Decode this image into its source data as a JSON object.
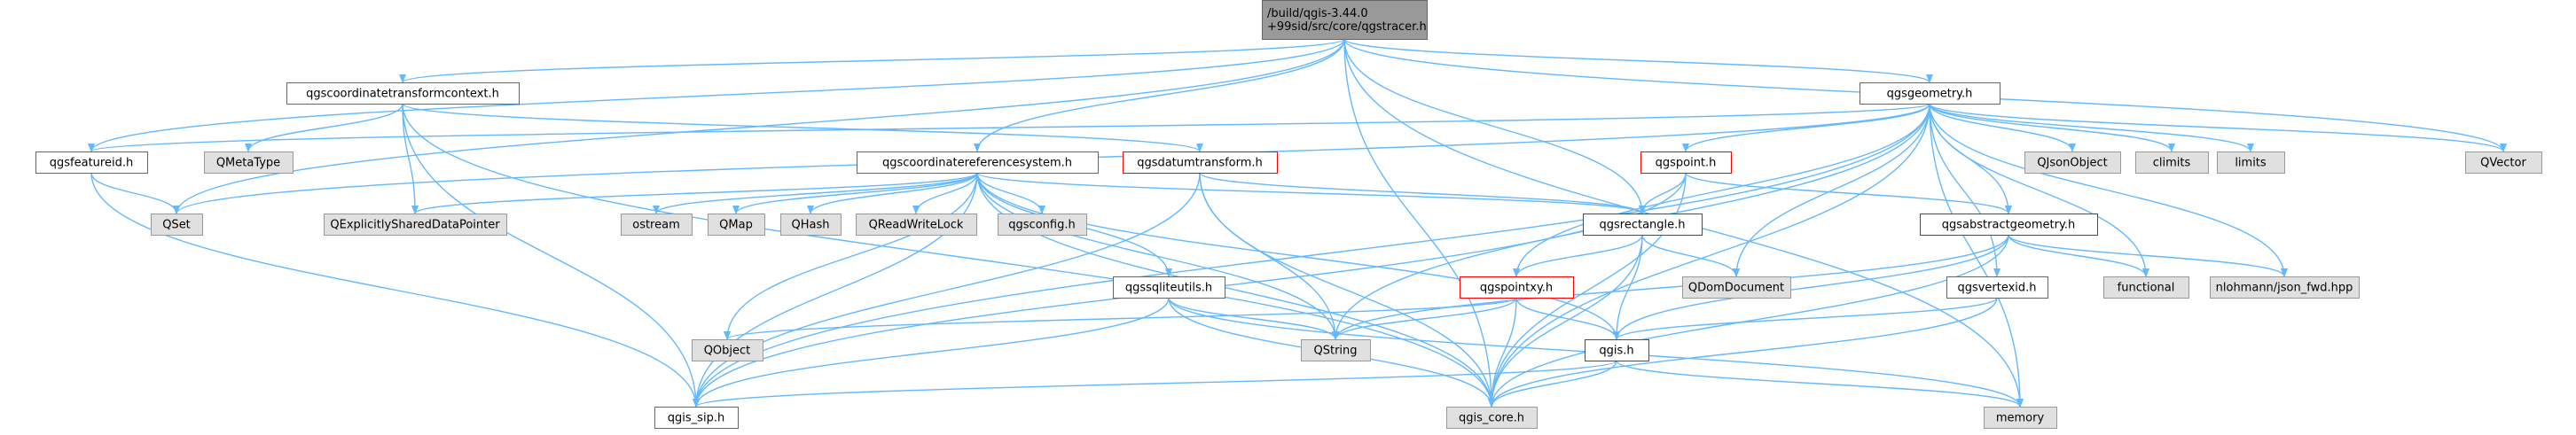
{
  "colors": {
    "edge": "#63b8ff",
    "root_fill": "#999999",
    "doc_fill": "#ffffff",
    "doc_border": "#666666",
    "truncated_border": "#ff0000",
    "external_fill": "#e0e0e0",
    "external_border": "#999999"
  },
  "nodes": [
    {
      "id": "root",
      "kind": "root",
      "lines": [
        "/build/qgis-3.44.0",
        "+99sid/src/core/qgstracer.h"
      ]
    },
    {
      "id": "ctx",
      "kind": "doc",
      "lines": [
        "qgscoordinatetransformcontext.h"
      ]
    },
    {
      "id": "geom",
      "kind": "doc",
      "lines": [
        "qgsgeometry.h"
      ]
    },
    {
      "id": "featureid",
      "kind": "doc",
      "lines": [
        "qgsfeatureid.h"
      ]
    },
    {
      "id": "qmetatype",
      "kind": "external",
      "lines": [
        "QMetaType"
      ]
    },
    {
      "id": "crs",
      "kind": "doc",
      "lines": [
        "qgscoordinatereferencesystem.h"
      ]
    },
    {
      "id": "datum",
      "kind": "truncated",
      "lines": [
        "qgsdatumtransform.h"
      ]
    },
    {
      "id": "point",
      "kind": "truncated",
      "lines": [
        "qgspoint.h"
      ]
    },
    {
      "id": "qjson",
      "kind": "external",
      "lines": [
        "QJsonObject"
      ]
    },
    {
      "id": "climits",
      "kind": "external",
      "lines": [
        "climits"
      ]
    },
    {
      "id": "limits",
      "kind": "external",
      "lines": [
        "limits"
      ]
    },
    {
      "id": "qvector",
      "kind": "external",
      "lines": [
        "QVector"
      ]
    },
    {
      "id": "qset",
      "kind": "external",
      "lines": [
        "QSet"
      ]
    },
    {
      "id": "qexpl",
      "kind": "external",
      "lines": [
        "QExplicitlySharedDataPointer"
      ]
    },
    {
      "id": "ostream",
      "kind": "external",
      "lines": [
        "ostream"
      ]
    },
    {
      "id": "qmap",
      "kind": "external",
      "lines": [
        "QMap"
      ]
    },
    {
      "id": "qhash",
      "kind": "external",
      "lines": [
        "QHash"
      ]
    },
    {
      "id": "qrwlock",
      "kind": "external",
      "lines": [
        "QReadWriteLock"
      ]
    },
    {
      "id": "qgsconfig",
      "kind": "external",
      "lines": [
        "qgsconfig.h"
      ]
    },
    {
      "id": "rect",
      "kind": "truncated",
      "lines": [
        "qgsrectangle.h"
      ]
    },
    {
      "id": "abstract",
      "kind": "truncated",
      "lines": [
        "qgsabstractgeometry.h"
      ]
    },
    {
      "id": "sqlite",
      "kind": "doc",
      "lines": [
        "qgssqliteutils.h"
      ]
    },
    {
      "id": "pointxy",
      "kind": "truncated",
      "lines": [
        "qgspointxy.h"
      ]
    },
    {
      "id": "qdom",
      "kind": "external",
      "lines": [
        "QDomDocument"
      ]
    },
    {
      "id": "vertexid",
      "kind": "doc",
      "lines": [
        "qgsvertexid.h"
      ]
    },
    {
      "id": "functional",
      "kind": "external",
      "lines": [
        "functional"
      ]
    },
    {
      "id": "json",
      "kind": "external",
      "lines": [
        "nlohmann/json_fwd.hpp"
      ]
    },
    {
      "id": "qobject",
      "kind": "external",
      "lines": [
        "QObject"
      ]
    },
    {
      "id": "qstring",
      "kind": "external",
      "lines": [
        "QString"
      ]
    },
    {
      "id": "qgis",
      "kind": "truncated",
      "lines": [
        "qgis.h"
      ]
    },
    {
      "id": "sip",
      "kind": "doc",
      "lines": [
        "qgis_sip.h"
      ]
    },
    {
      "id": "core",
      "kind": "external",
      "lines": [
        "qgis_core.h"
      ]
    },
    {
      "id": "memory",
      "kind": "external",
      "lines": [
        "memory"
      ]
    }
  ],
  "edges": [
    [
      "root",
      "ctx"
    ],
    [
      "root",
      "geom"
    ],
    [
      "root",
      "featureid"
    ],
    [
      "root",
      "qset"
    ],
    [
      "root",
      "crs"
    ],
    [
      "root",
      "rect"
    ],
    [
      "root",
      "core"
    ],
    [
      "root",
      "qvector"
    ],
    [
      "root",
      "memory"
    ],
    [
      "ctx",
      "qmetatype"
    ],
    [
      "ctx",
      "qexpl"
    ],
    [
      "ctx",
      "datum"
    ],
    [
      "ctx",
      "sip"
    ],
    [
      "ctx",
      "core"
    ],
    [
      "geom",
      "featureid"
    ],
    [
      "geom",
      "qset"
    ],
    [
      "geom",
      "point"
    ],
    [
      "geom",
      "qjson"
    ],
    [
      "geom",
      "climits"
    ],
    [
      "geom",
      "limits"
    ],
    [
      "geom",
      "qvector"
    ],
    [
      "geom",
      "abstract"
    ],
    [
      "geom",
      "qdom"
    ],
    [
      "geom",
      "vertexid"
    ],
    [
      "geom",
      "functional"
    ],
    [
      "geom",
      "json"
    ],
    [
      "geom",
      "qstring"
    ],
    [
      "geom",
      "pointxy"
    ],
    [
      "geom",
      "core"
    ],
    [
      "geom",
      "memory"
    ],
    [
      "geom",
      "sip"
    ],
    [
      "featureid",
      "qset"
    ],
    [
      "featureid",
      "sip"
    ],
    [
      "crs",
      "qexpl"
    ],
    [
      "crs",
      "ostream"
    ],
    [
      "crs",
      "qmap"
    ],
    [
      "crs",
      "qhash"
    ],
    [
      "crs",
      "qrwlock"
    ],
    [
      "crs",
      "qgsconfig"
    ],
    [
      "crs",
      "rect"
    ],
    [
      "crs",
      "sqlite"
    ],
    [
      "crs",
      "qobject"
    ],
    [
      "crs",
      "qstring"
    ],
    [
      "crs",
      "qgis"
    ],
    [
      "crs",
      "core"
    ],
    [
      "crs",
      "sip"
    ],
    [
      "datum",
      "rect"
    ],
    [
      "datum",
      "qstring"
    ],
    [
      "datum",
      "core"
    ],
    [
      "datum",
      "sip"
    ],
    [
      "point",
      "rect"
    ],
    [
      "point",
      "abstract"
    ],
    [
      "point",
      "core"
    ],
    [
      "point",
      "sip"
    ],
    [
      "rect",
      "pointxy"
    ],
    [
      "rect",
      "qdom"
    ],
    [
      "rect",
      "qgis"
    ],
    [
      "rect",
      "core"
    ],
    [
      "abstract",
      "functional"
    ],
    [
      "abstract",
      "json"
    ],
    [
      "abstract",
      "qgis"
    ],
    [
      "abstract",
      "core"
    ],
    [
      "abstract",
      "qstring"
    ],
    [
      "sqlite",
      "qstring"
    ],
    [
      "sqlite",
      "core"
    ],
    [
      "sqlite",
      "sip"
    ],
    [
      "sqlite",
      "memory"
    ],
    [
      "pointxy",
      "qobject"
    ],
    [
      "pointxy",
      "qstring"
    ],
    [
      "pointxy",
      "qgis"
    ],
    [
      "pointxy",
      "core"
    ],
    [
      "vertexid",
      "qgis"
    ],
    [
      "vertexid",
      "core"
    ],
    [
      "qgis",
      "sip"
    ],
    [
      "qgis",
      "core"
    ],
    [
      "qgis",
      "memory"
    ]
  ]
}
